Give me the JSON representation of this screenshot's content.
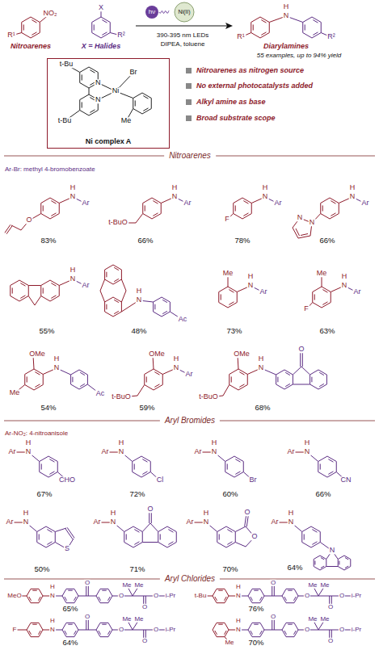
{
  "diagram": {
    "nodes": [
      {
        "text": [
          "Ni complex A"
        ]
      }
    ],
    "labels": [
      "NO₂",
      "R¹",
      "X",
      "R²",
      "Nitroarenes",
      "X = Halides",
      "hν",
      "Ni(II)",
      "390-395 nm LEDs",
      "DIPEA, toluene",
      "R¹",
      "H",
      "N",
      "R²",
      "Diarylamines",
      "55 examples, up to 94% yield",
      "t-Bu",
      "N",
      "Ni",
      "Br",
      "N",
      "t-Bu",
      "Me",
      "Nitroarenes as nitrogen source",
      "No external photocatalysts added",
      "Alkyl amine as base",
      "Broad substrate scope",
      "Nitroarenes",
      "Ar-Br: methyl 4-bromobenzoate",
      "O",
      "H",
      "N",
      "Ar",
      "83%",
      "t-BuO",
      "H",
      "N",
      "Ar",
      "66%",
      "F",
      "H",
      "N",
      "Ar",
      "78%",
      "N",
      "N",
      "H",
      "N",
      "Ar",
      "66%",
      "H",
      "N",
      "Ar",
      "55%",
      "H",
      "N",
      "Ac",
      "48%",
      "Me",
      "H",
      "N",
      "Ar",
      "73%",
      "Me",
      "F",
      "H",
      "N",
      "Ar",
      "63%",
      "OMe",
      "Me",
      "H",
      "N",
      "Ac",
      "54%",
      "OMe",
      "t-BuO",
      "H",
      "N",
      "Ar",
      "59%",
      "OMe",
      "t-BuO",
      "H",
      "N",
      "O",
      "68%",
      "Aryl Bromides",
      "Ar-NO₂: 4-nitroanisole",
      "Ar",
      "H",
      "N",
      "CHO",
      "67%",
      "Ar",
      "H",
      "N",
      "Cl",
      "72%",
      "Ar",
      "H",
      "N",
      "Br",
      "60%",
      "Ar",
      "H",
      "N",
      "CN",
      "66%",
      "Ar",
      "H",
      "N",
      "S",
      "50%",
      "Ar",
      "H",
      "N",
      "O",
      "71%",
      "Ar",
      "H",
      "N",
      "O",
      "O",
      "70%",
      "Ar",
      "H",
      "N",
      "N",
      "64%",
      "Aryl Chlorides",
      "MeO",
      "H",
      "N",
      "O",
      "Me",
      "Me",
      "O",
      "O",
      "O",
      "i-Pr",
      "65%",
      "t-Bu",
      "H",
      "N",
      "O",
      "Me",
      "Me",
      "O",
      "O",
      "O",
      "i-Pr",
      "76%",
      "F",
      "H",
      "N",
      "O",
      "Me",
      "Me",
      "O",
      "O",
      "O",
      "i-Pr",
      "64%",
      "Me",
      "H",
      "N",
      "O",
      "Me",
      "Me",
      "O",
      "O",
      "O",
      "i-Pr",
      "70%"
    ]
  }
}
